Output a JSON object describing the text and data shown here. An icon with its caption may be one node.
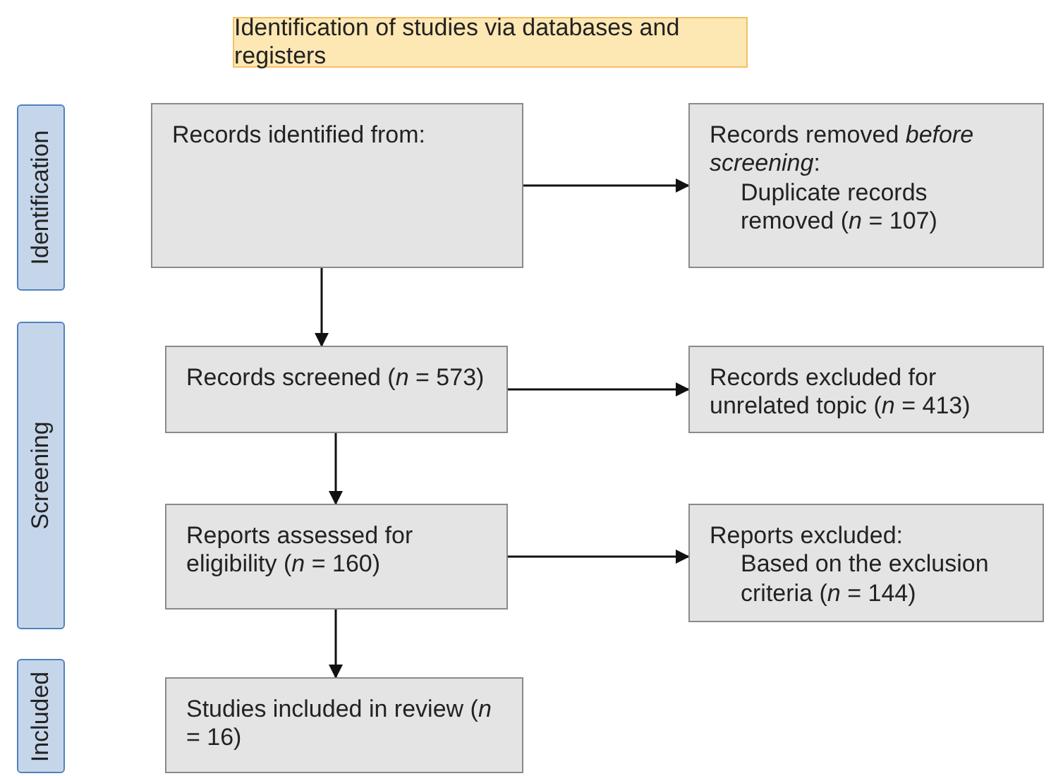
{
  "diagram": {
    "nodes": [
      {
        "text": [
          "Identification of studies via databases and registers"
        ]
      },
      {
        "text": [
          "Identification"
        ]
      },
      {
        "text": [
          "Records identified from:"
        ]
      },
      {
        "text": [
          "Records removed *before screening*:",
          "Duplicate records removed (*n* = 107)"
        ]
      },
      {
        "text": [
          "Screening"
        ]
      },
      {
        "text": [
          "Records screened (*n* = 573)"
        ]
      },
      {
        "text": [
          "Records excluded for unrelated topic (*n* = 413)"
        ]
      },
      {
        "text": [
          "Reports assessed for eligibility (*n* = 160)"
        ]
      },
      {
        "text": [
          "Reports excluded:",
          "Based on the exclusion criteria (*n* = 144)"
        ]
      },
      {
        "text": [
          "Included"
        ]
      },
      {
        "text": [
          "Studies included in review (*n* = 16)"
        ]
      }
    ],
    "edges": [
      {
        "from": 2,
        "to": 3,
        "arrow": "to"
      },
      {
        "from": 2,
        "to": 5,
        "arrow": "to"
      },
      {
        "from": 5,
        "to": 6,
        "arrow": "to"
      },
      {
        "from": 5,
        "to": 7,
        "arrow": "to"
      },
      {
        "from": 7,
        "to": 8,
        "arrow": "to"
      },
      {
        "from": 7,
        "to": 10,
        "arrow": "to"
      }
    ]
  }
}
